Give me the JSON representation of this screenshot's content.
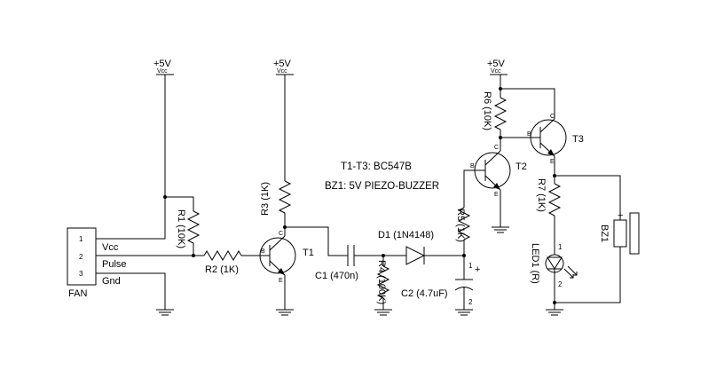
{
  "rails": {
    "vcc_value": "+5V",
    "vcc_name": "Vcc"
  },
  "connector": {
    "ref": "FAN",
    "pins": [
      {
        "num": "1",
        "name": "Vcc"
      },
      {
        "num": "2",
        "name": "Pulse"
      },
      {
        "num": "3",
        "name": "Gnd"
      }
    ]
  },
  "notes": [
    "T1-T3: BC547B",
    "BZ1: 5V PIEZO-BUZZER"
  ],
  "components": {
    "r1": "R1 (10K)",
    "r2": "R2 (1K)",
    "r3": "R3 (1K)",
    "r4": "R4 (100K)",
    "r5": "R5 (1K)",
    "r6": "R6 (10K)",
    "r7": "R7 (1K)",
    "c1": "C1 (470n)",
    "c2": "C2 (4.7uF)",
    "d1": "D1 (1N4148)",
    "led1": "LED1 (R)",
    "bz1": "BZ1",
    "t1": "T1",
    "t2": "T2",
    "t3": "T3"
  },
  "terminal_letters": {
    "base": "B",
    "collector": "C",
    "emitter": "E"
  },
  "polarity": {
    "plus": "+",
    "pin1": "1",
    "pin2": "2"
  }
}
